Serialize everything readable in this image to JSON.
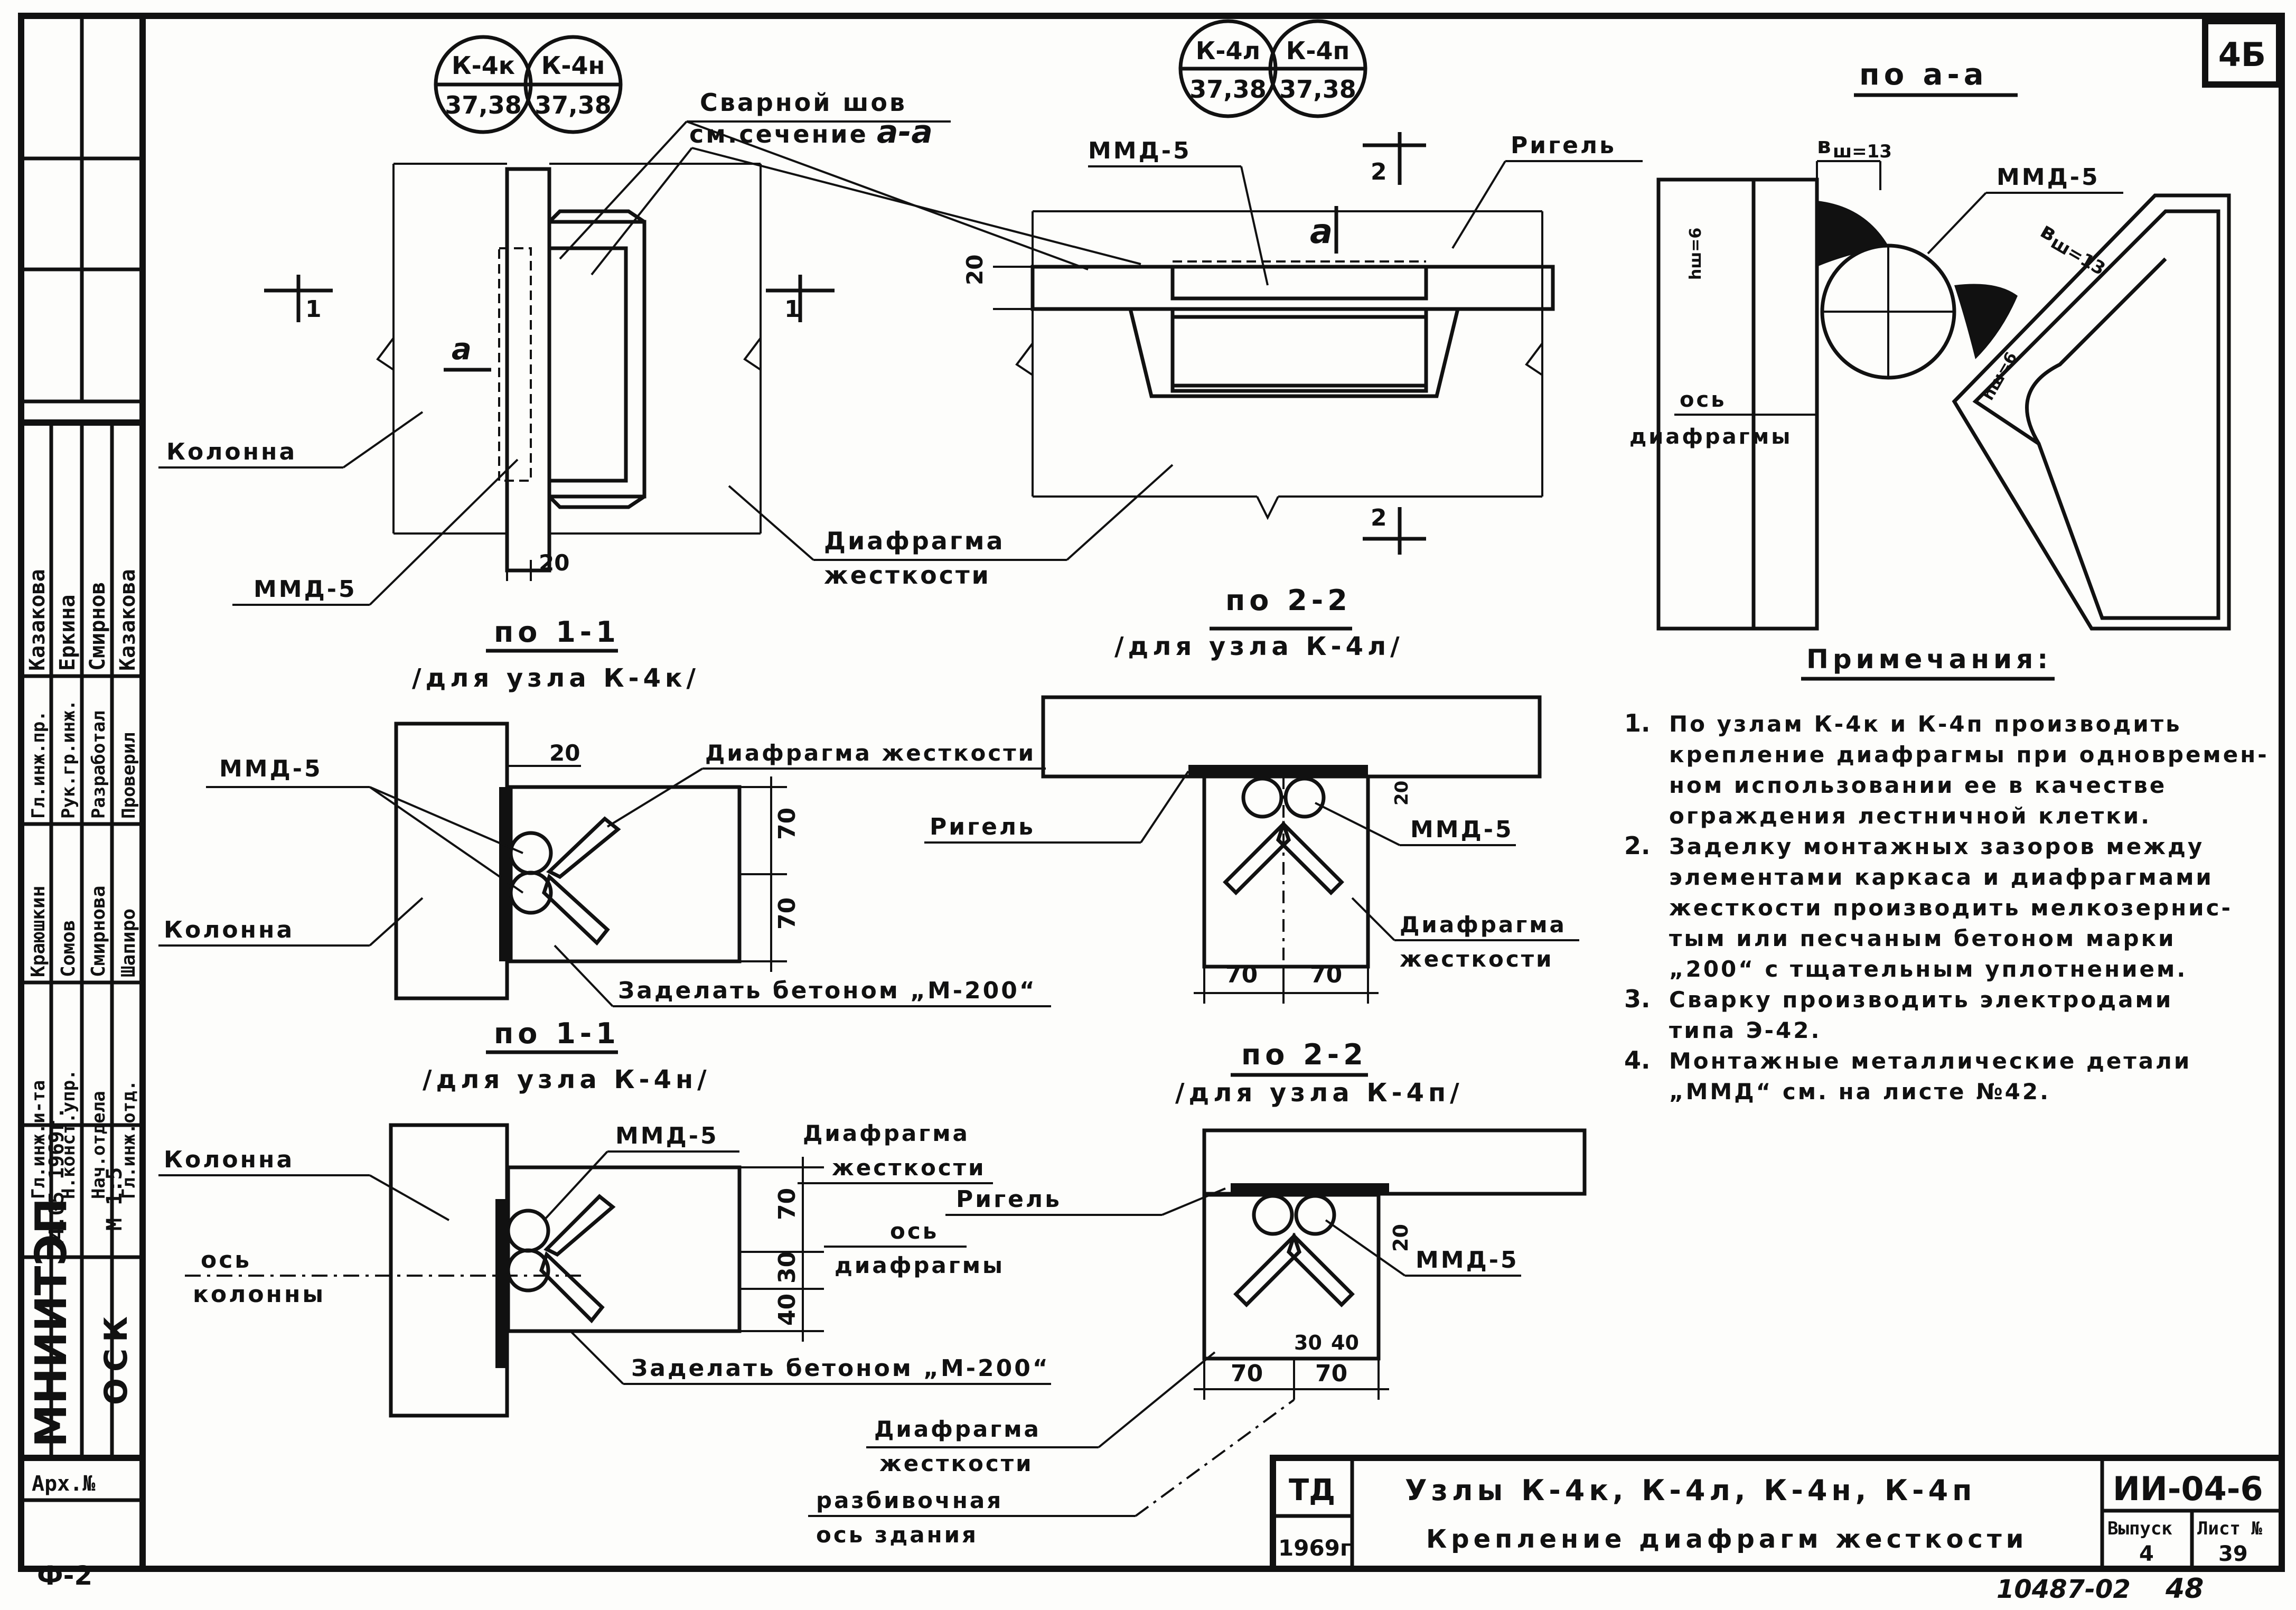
{
  "sheet": {
    "corner_number": "4Б",
    "folio_left": "Ф-2",
    "archive_label": "Арх.№",
    "bottom_right_note": "10487-02",
    "bottom_right_page": "48"
  },
  "side_stamp": {
    "roles": [
      "Гл.инж.пр.",
      "Рук.гр.инж.",
      "Разработал",
      "Проверил"
    ],
    "names": [
      "Казакова",
      "Еркина",
      "Смирнов",
      "Казакова"
    ],
    "roles2": [
      "Гл.инж.и-та",
      "Н.конст.упр.",
      "Нач.отдела",
      "Гл.инж.отд."
    ],
    "names2": [
      "Краюшкин",
      "Сомов",
      "Смирнова",
      "Шапиро"
    ],
    "date": "24.05 1969г.",
    "scale_label": "М 1:5",
    "org": "МНИИТЭП",
    "dept": "ОСК"
  },
  "view_top_left": {
    "markers": [
      {
        "top": "К-4к",
        "bottom": "37,38"
      },
      {
        "top": "К-4н",
        "bottom": "37,38"
      }
    ],
    "weld_label_1": "Сварной шов",
    "weld_label_2": "см.сечение",
    "weld_label_ref": "а-а",
    "section_marker": "1",
    "letter_a": "а",
    "column_label": "Колонна",
    "mmd_label": "ММД-5",
    "dim_20": "20"
  },
  "view_top_middle": {
    "markers": [
      {
        "top": "К-4л",
        "bottom": "37,38"
      },
      {
        "top": "К-4п",
        "bottom": "37,38"
      }
    ],
    "mmd_label": "ММД-5",
    "rigel_label": "Ригель",
    "section_marker": "2",
    "letter_a": "а",
    "dim_20": "20",
    "diaphragm_label_1": "Диафрагма",
    "diaphragm_label_2": "жесткости"
  },
  "view_aa": {
    "title": "по а-а",
    "bw_label": "в",
    "bw_sub": "ш=13",
    "mmd_label": "ММД-5",
    "bs_label": "в",
    "bs_sub": "ш=13",
    "axis_label_1": "ось",
    "axis_label_2": "диафрагмы",
    "h_label": "hш=6",
    "h2_label": "hш=6"
  },
  "section_1_1_a": {
    "title": "по 1-1",
    "subtitle": "/для узла К-4к/",
    "mmd_label": "ММД-5",
    "dim_20": "20",
    "diaphragm_label": "Диафрагма жесткости",
    "column_label": "Колонна",
    "dim_70a": "70",
    "dim_70b": "70",
    "concrete_note": "Заделать бетоном „М-200“"
  },
  "section_2_2_a": {
    "title": "по 2-2",
    "subtitle": "/для узла К-4л/",
    "rigel_label": "Ригель",
    "mmd_label": "ММД-5",
    "diaphragm_label_1": "Диафрагма",
    "diaphragm_label_2": "жесткости",
    "dim_20": "20",
    "dim_70a": "70",
    "dim_70b": "70"
  },
  "section_1_1_b": {
    "title": "по 1-1",
    "subtitle": "/для узла К-4н/",
    "column_label": "Колонна",
    "axis_label_1": "ось",
    "axis_label_2": "колонны",
    "mmd_label": "ММД-5",
    "diaphragm_label_1": "Диафрагма",
    "diaphragm_label_2": "жесткости",
    "axis_d_1": "ось",
    "axis_d_2": "диафрагмы",
    "dim_70": "70",
    "dim_30": "30",
    "dim_40": "40",
    "concrete_note": "Заделать бетоном „М-200“"
  },
  "section_2_2_b": {
    "title": "по 2-2",
    "subtitle": "/для узла К-4п/",
    "rigel_label": "Ригель",
    "mmd_label": "ММД-5",
    "dim_20": "20",
    "dim_30": "30",
    "dim_40": "40",
    "dim_70a": "70",
    "dim_70b": "70",
    "diaphragm_label_1": "Диафрагма",
    "diaphragm_label_2": "жесткости",
    "axis_label_1": "разбивочная",
    "axis_label_2": "ось здания"
  },
  "notes": {
    "title": "Примечания:",
    "items": [
      {
        "n": "1.",
        "lines": [
          "По узлам К-4к и К-4п производить",
          "крепление диафрагмы при одновремен-",
          "ном использовании ее в качестве",
          "ограждения лестничной клетки."
        ]
      },
      {
        "n": "2.",
        "lines": [
          "Заделку монтажных зазоров между",
          "элементами каркаса и диафрагмами",
          "жесткости производить мелкозернис-",
          "тым или песчаным бетоном марки",
          "„200“ с тщательным уплотнением."
        ]
      },
      {
        "n": "3.",
        "lines": [
          "Сварку производить электродами",
          "типа Э-42."
        ]
      },
      {
        "n": "4.",
        "lines": [
          "Монтажные металлические детали",
          "„ММД“ см. на листе №42."
        ]
      }
    ]
  },
  "title_block": {
    "td": "ТД",
    "year": "1969г",
    "title_line1": "Узлы К-4к, К-4л, К-4н, К-4п",
    "title_line2": "Крепление диафрагм жесткости",
    "code": "ИИ-04-6",
    "issue_label": "Выпуск",
    "issue_value": "4",
    "sheet_label": "Лист №",
    "sheet_value": "39"
  }
}
